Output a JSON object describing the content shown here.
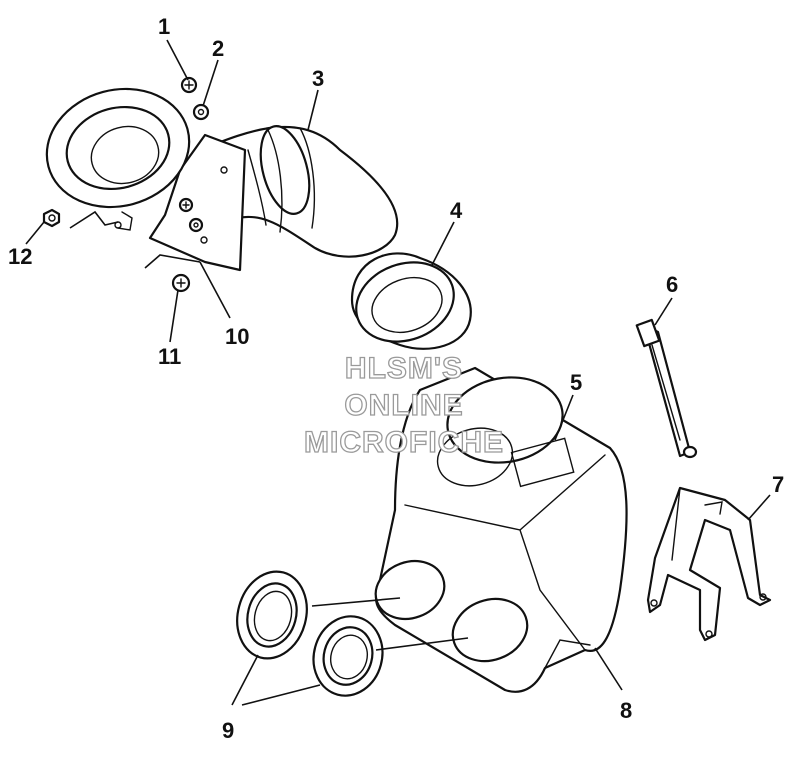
{
  "watermark": {
    "line1": "HLSM'S",
    "line2": "ONLINE",
    "line3": "MICROFICHE"
  },
  "callouts": {
    "c1": "1",
    "c2": "2",
    "c3": "3",
    "c4": "4",
    "c5": "5",
    "c6": "6",
    "c7": "7",
    "c8": "8",
    "c9": "9",
    "c10": "10",
    "c11": "11",
    "c12": "12"
  }
}
